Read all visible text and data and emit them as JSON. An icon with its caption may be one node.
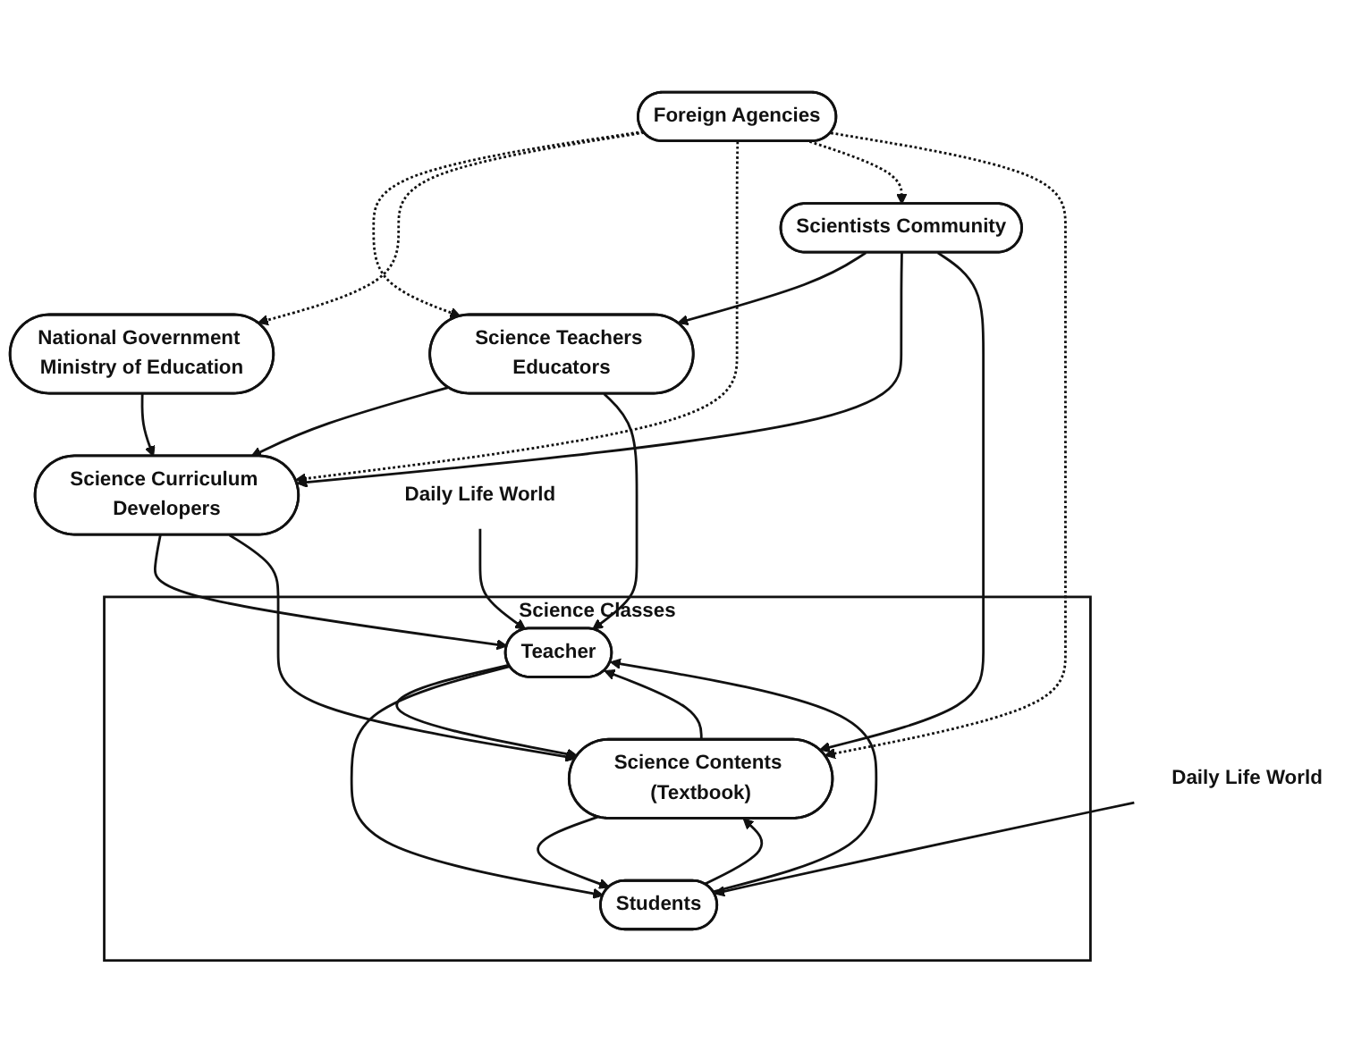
{
  "diagram": {
    "nodes": [
      {
        "text": [
          "Science Teachers Educators"
        ]
      },
      {
        "text": [
          "Foreign Agencies"
        ]
      },
      {
        "text": [
          "National Government Ministry of Education"
        ]
      },
      {
        "text": [
          "Scientists Community"
        ]
      },
      {
        "text": [
          "Science Curriculum Developers"
        ]
      },
      {
        "text": [
          "Daily Life World"
        ]
      },
      {
        "text": [
          "Science Classes"
        ]
      },
      {
        "text": [
          "Teacher"
        ],
        "in": 6
      },
      {
        "text": [
          "Science Contents (Textbook)"
        ],
        "in": 6
      },
      {
        "text": [
          "Students"
        ],
        "in": 6
      },
      {
        "text": [
          "Daily Life World"
        ]
      }
    ],
    "edges": [
      {
        "from": 1,
        "to": 0,
        "arrow": "to",
        "style": "dashed"
      },
      {
        "from": 1,
        "to": 2,
        "arrow": "to",
        "style": "dashed"
      },
      {
        "from": 1,
        "to": 4,
        "arrow": "to",
        "style": "dashed"
      },
      {
        "from": 1,
        "to": 3,
        "arrow": "to",
        "style": "dashed"
      },
      {
        "from": 1,
        "to": 8,
        "arrow": "to",
        "style": "dashed"
      },
      {
        "from": 3,
        "to": 0,
        "arrow": "to"
      },
      {
        "from": 0,
        "to": 4,
        "arrow": "to"
      },
      {
        "from": 2,
        "to": 4,
        "arrow": "to"
      },
      {
        "from": 3,
        "to": 4,
        "arrow": "to"
      },
      {
        "from": 0,
        "to": 7,
        "arrow": "to"
      },
      {
        "from": 4,
        "to": 7,
        "arrow": "to"
      },
      {
        "from": 4,
        "to": 8,
        "arrow": "to"
      },
      {
        "from": 3,
        "to": 8,
        "arrow": "to"
      },
      {
        "from": 5,
        "to": 7,
        "arrow": "to"
      },
      {
        "from": 8,
        "to": 7,
        "arrow": "to"
      },
      {
        "from": 7,
        "to": 8,
        "arrow": "to"
      },
      {
        "from": 7,
        "to": 9,
        "arrow": "to"
      },
      {
        "from": 9,
        "to": 7,
        "arrow": "to"
      },
      {
        "from": 8,
        "to": 9,
        "arrow": "to"
      },
      {
        "from": 9,
        "to": 8,
        "arrow": "to"
      },
      {
        "from": 10,
        "to": 9,
        "arrow": "to"
      }
    ]
  }
}
